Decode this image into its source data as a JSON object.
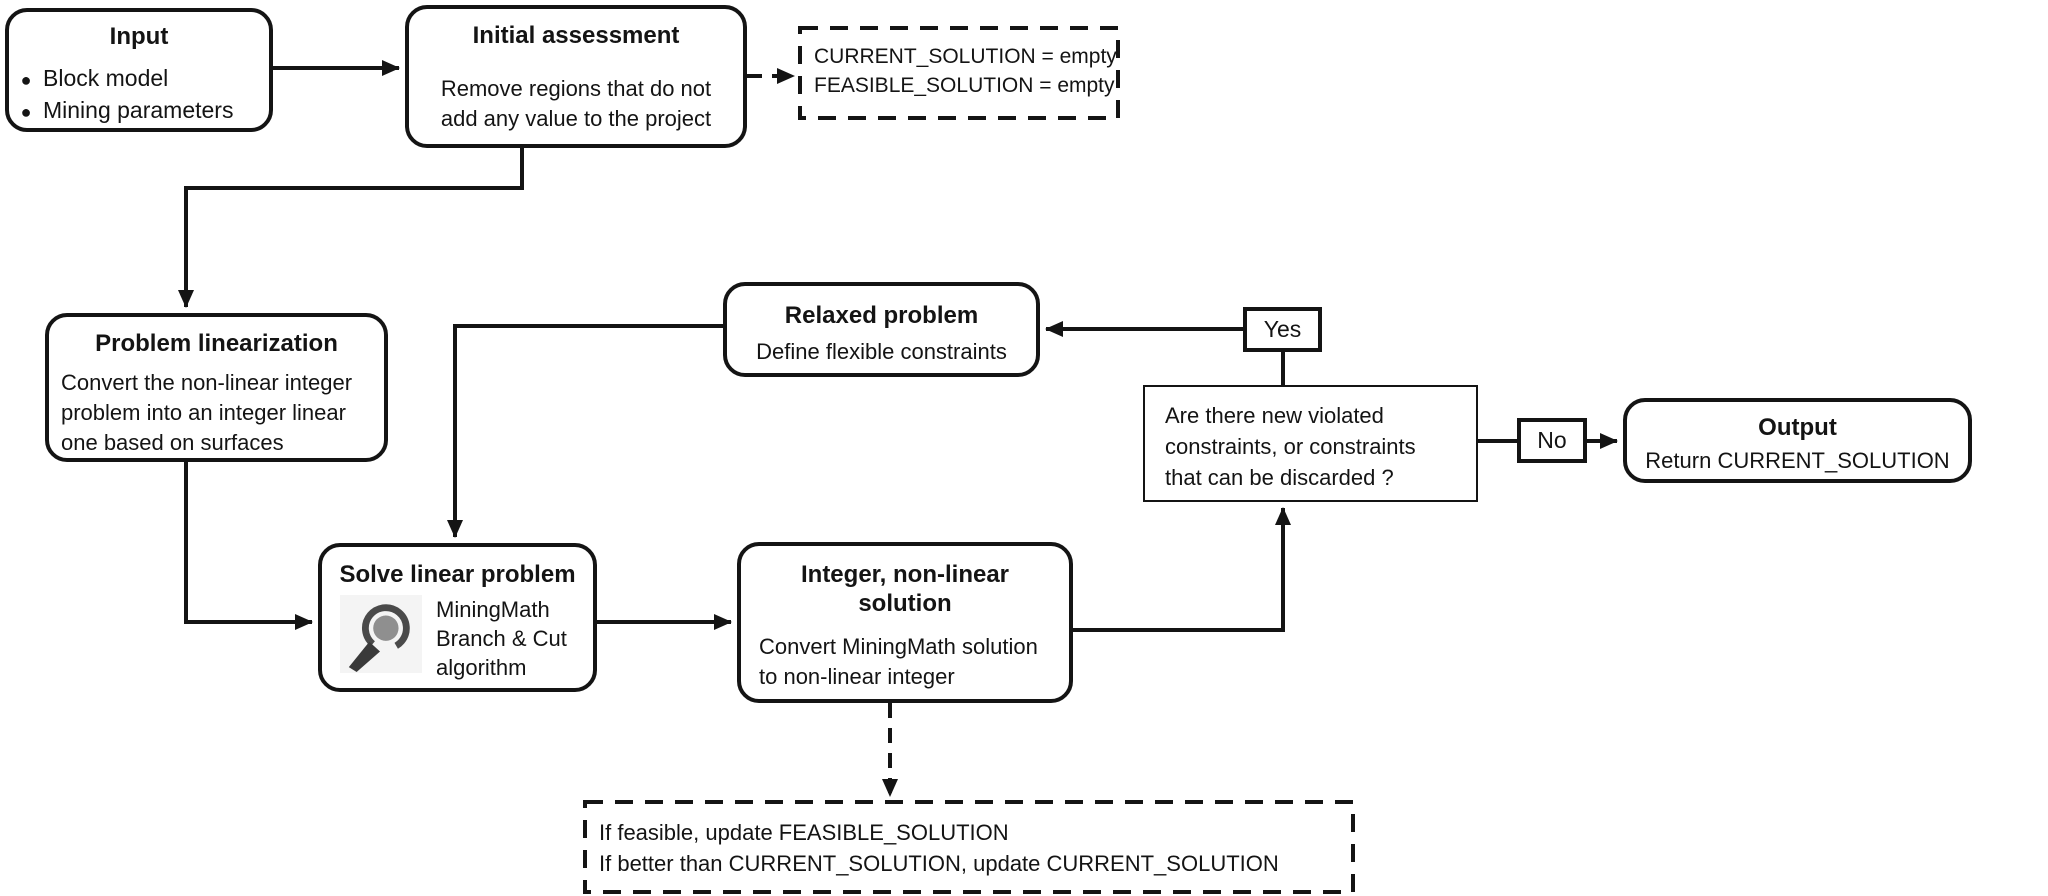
{
  "diagram": {
    "input": {
      "title": "Input",
      "items": [
        "Block model",
        "Mining parameters"
      ]
    },
    "initial_assessment": {
      "title": "Initial assessment",
      "lines": [
        "Remove regions that do not",
        "add any value to the project"
      ]
    },
    "init_note": {
      "lines": [
        "CURRENT_SOLUTION = empty",
        "FEASIBLE_SOLUTION = empty"
      ]
    },
    "problem_linearization": {
      "title": "Problem linearization",
      "lines": [
        "Convert the non-linear integer",
        "problem into an integer linear",
        "one based on surfaces"
      ]
    },
    "relaxed_problem": {
      "title": "Relaxed problem",
      "body": "Define flexible constraints"
    },
    "decision": {
      "yes_label": "Yes",
      "no_label": "No",
      "question_lines": [
        "Are there new violated",
        "constraints, or constraints",
        "that can be discarded ?"
      ]
    },
    "output": {
      "title": "Output",
      "body": "Return CURRENT_SOLUTION"
    },
    "solve_linear": {
      "title": "Solve linear problem",
      "icon": "magnifier-icon",
      "lines": [
        "MiningMath",
        "Branch & Cut",
        "algorithm"
      ]
    },
    "integer_solution": {
      "title": "Integer, non-linear solution",
      "lines": [
        "Convert MiningMath solution",
        "to non-linear integer"
      ]
    },
    "update_note": {
      "lines": [
        "If feasible, update FEASIBLE_SOLUTION",
        "If better than CURRENT_SOLUTION, update CURRENT_SOLUTION"
      ]
    },
    "colors": {
      "stroke": "#141414",
      "background": "#ffffff",
      "icon_ring": "#4a4a4a",
      "icon_fill": "#8f8f8f",
      "icon_bg": "#f4f4f4"
    }
  }
}
